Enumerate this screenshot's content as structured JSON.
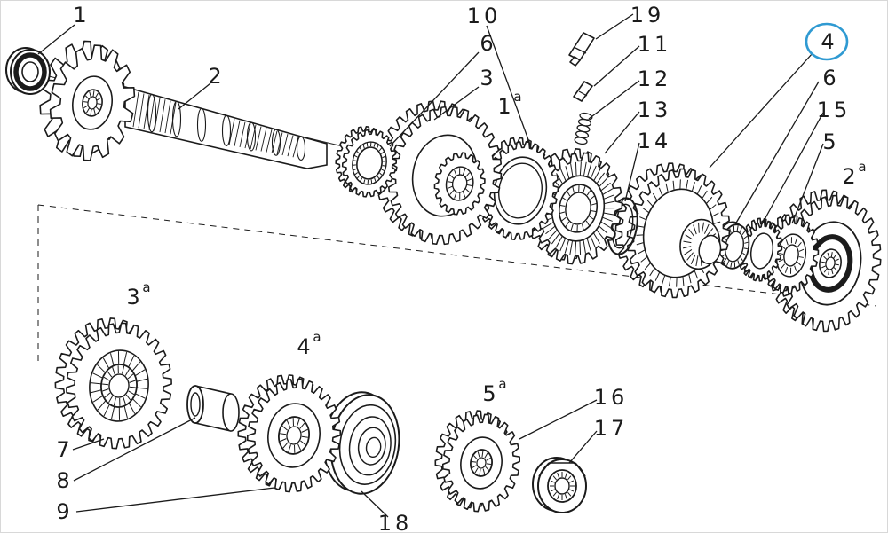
{
  "figure": {
    "background_color": "#ffffff",
    "line_color": "#1b1b1b",
    "highlight_color": "#2f9ad2",
    "highlighted_item": "4",
    "callouts": {
      "item1": "1",
      "item2": "2",
      "item3": "3",
      "item4": "4",
      "item5": "5",
      "item6_left": "6",
      "item6_right": "6",
      "item7": "7",
      "item8": "8",
      "item9": "9",
      "item10": "10",
      "item11": "11",
      "item12": "12",
      "item13": "13",
      "item14": "14",
      "item15": "15",
      "item16": "16",
      "item17": "17",
      "item18": "18",
      "item19": "19",
      "variant1a": {
        "base": "1",
        "sup": "a"
      },
      "variant2a": {
        "base": "2",
        "sup": "a"
      },
      "variant3a": {
        "base": "3",
        "sup": "a"
      },
      "variant4a": {
        "base": "4",
        "sup": "a"
      },
      "variant5a": {
        "base": "5",
        "sup": "a"
      }
    }
  }
}
